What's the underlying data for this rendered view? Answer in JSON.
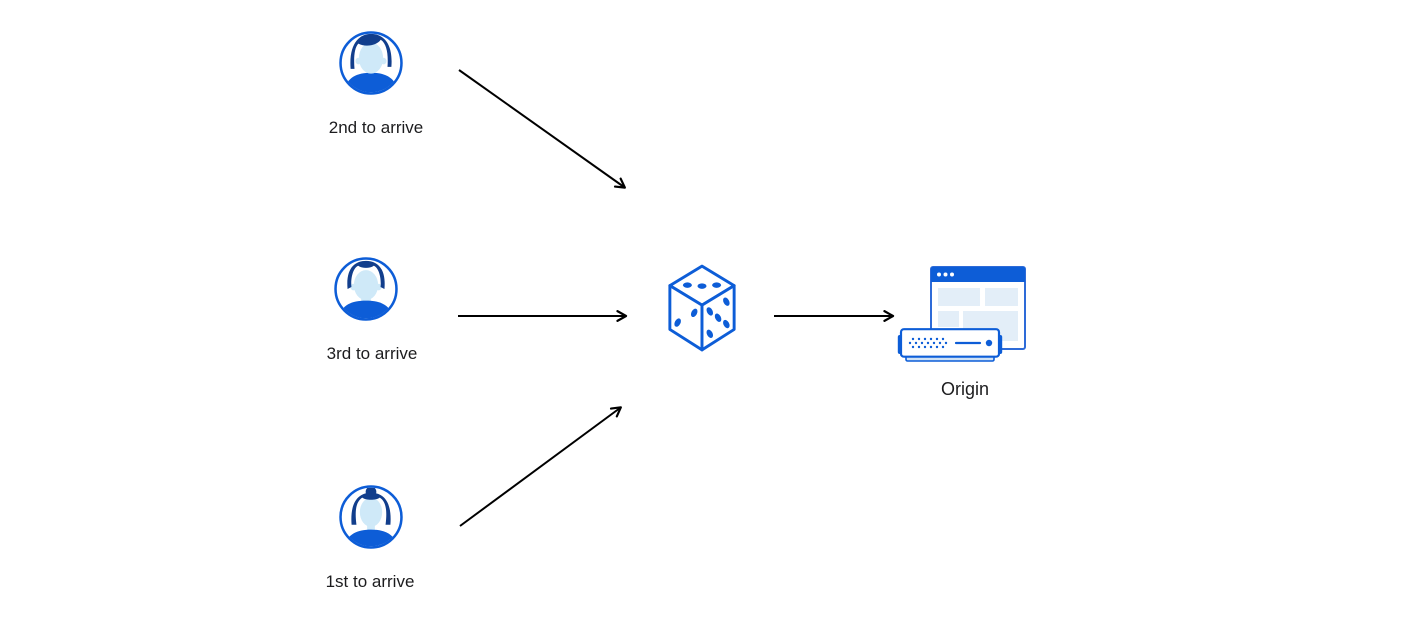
{
  "diagram": {
    "background": "#ffffff",
    "users": [
      {
        "label": "2nd to arrive",
        "icon": "user-avatar-man-swept-hair-icon"
      },
      {
        "label": "3rd to arrive",
        "icon": "user-avatar-man-short-hair-icon"
      },
      {
        "label": "1st to arrive",
        "icon": "user-avatar-woman-bun-icon"
      }
    ],
    "selector": {
      "icon": "dice-icon"
    },
    "origin": {
      "label": "Origin",
      "icon": "origin-server-browser-icon"
    },
    "edges": [
      {
        "from": "2nd to arrive",
        "to": "dice"
      },
      {
        "from": "3rd to arrive",
        "to": "dice"
      },
      {
        "from": "1st to arrive",
        "to": "dice"
      },
      {
        "from": "dice",
        "to": "Origin"
      }
    ],
    "colors": {
      "primary_blue": "#0d5dd7",
      "window_border_blue": "#2e6bd8",
      "hair_navy": "#123e8c",
      "face_light_blue": "#cfe9f8",
      "panel_light_blue": "#e3eef8",
      "server_base_blue": "#cfe2f6",
      "arrow": "#000000",
      "label_text": "#1c1c1e"
    }
  }
}
